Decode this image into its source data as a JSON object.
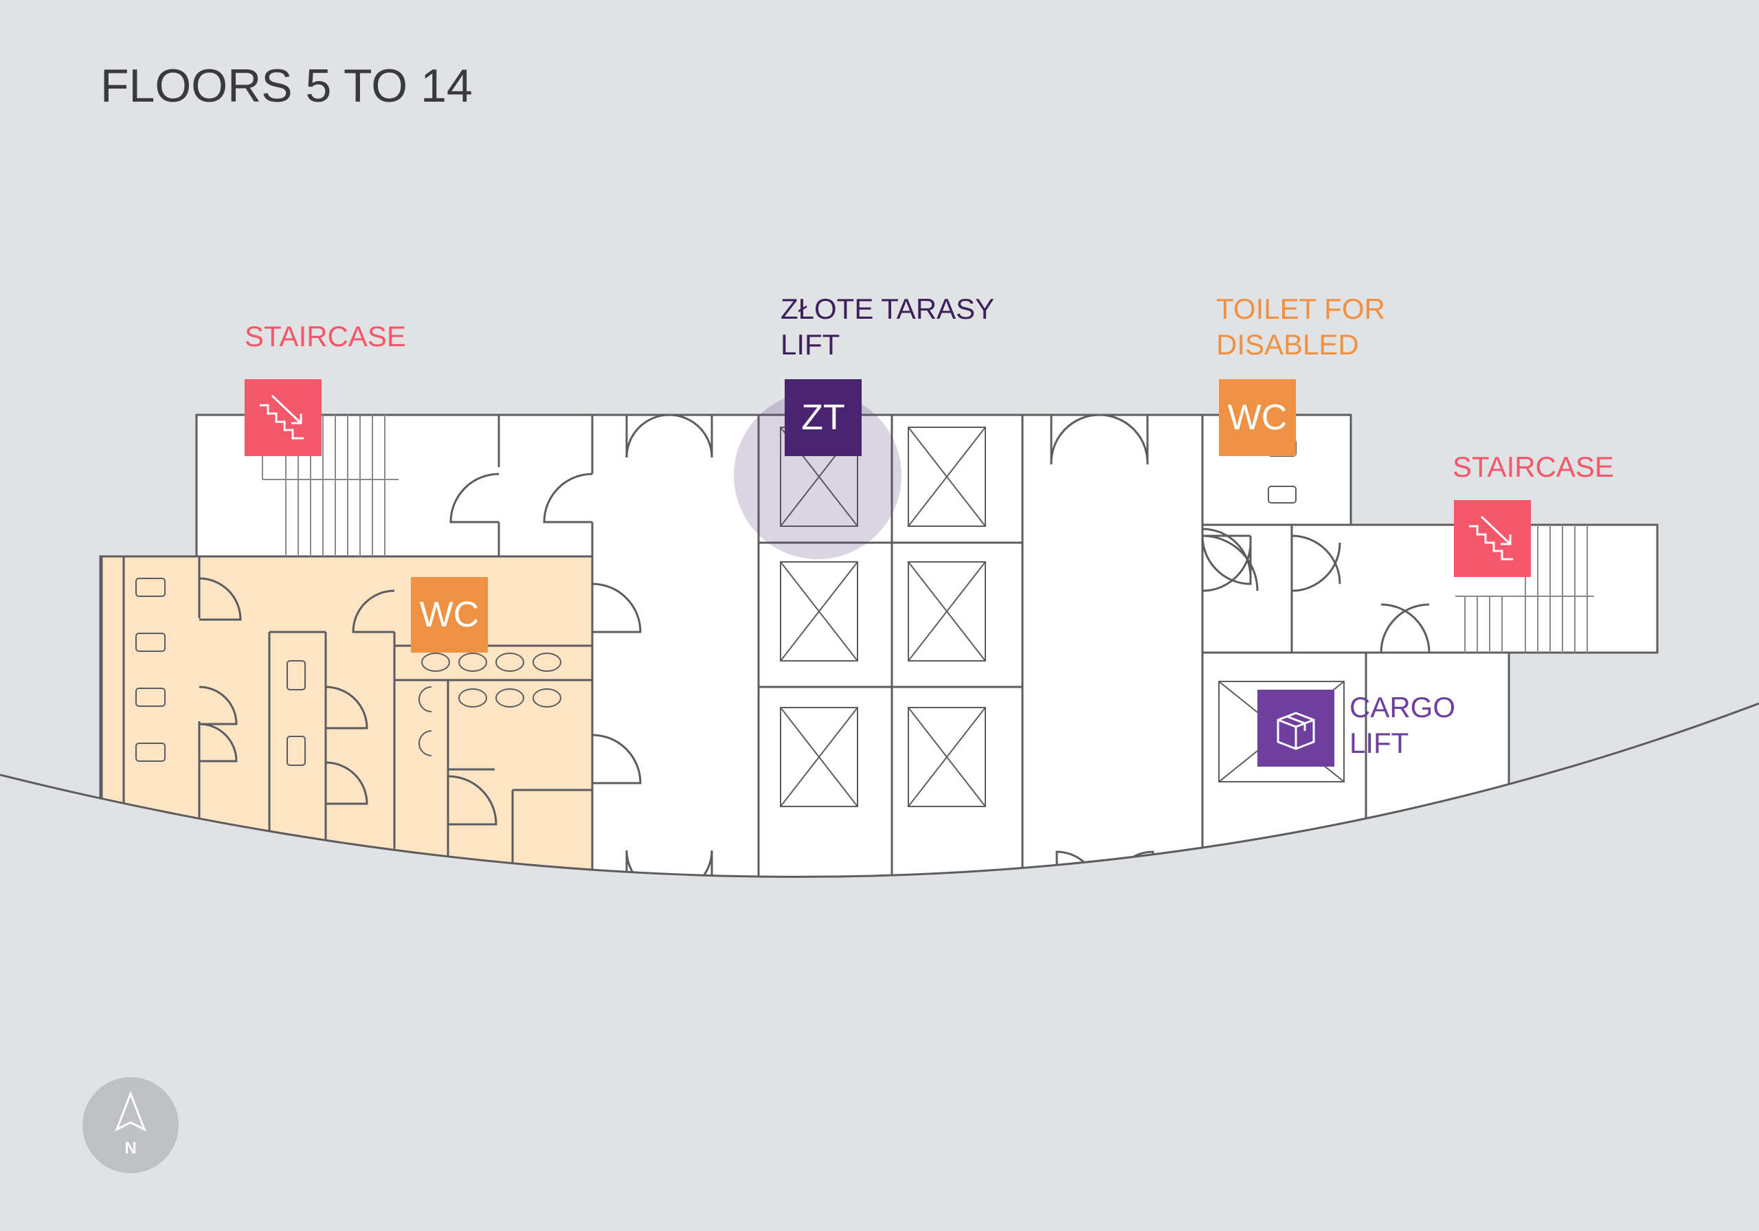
{
  "title": "FLOORS 5 TO 14",
  "labels": {
    "staircase_left": "STAIRCASE",
    "staircase_right": "STAIRCASE",
    "zt_lift_line1": "ZŁOTE TARASY",
    "zt_lift_line2": "LIFT",
    "disabled_toilet_line1": "TOILET FOR",
    "disabled_toilet_line2": "DISABLED",
    "cargo_line1": "CARGO",
    "cargo_line2": "LIFT"
  },
  "badges": {
    "zt": "ZT",
    "wc_main": "WC",
    "wc_disabled": "WC"
  },
  "compass": {
    "letter": "N",
    "icon": "north-arrow-icon"
  },
  "icons": {
    "staircase": "stairs-down-icon",
    "cargo": "package-box-icon"
  },
  "colors": {
    "background": "#e1e2e4",
    "staircase": "#f4566a",
    "zt_lift": "#4a2470",
    "zt_label": "#3d1f5c",
    "wc": "#ef9143",
    "disabled_label": "#ef9143",
    "cargo": "#6f3fa0",
    "cargo_label": "#6f3fa0",
    "toilet_zone": "#fde4c5",
    "walls": "#5c5c5e"
  }
}
